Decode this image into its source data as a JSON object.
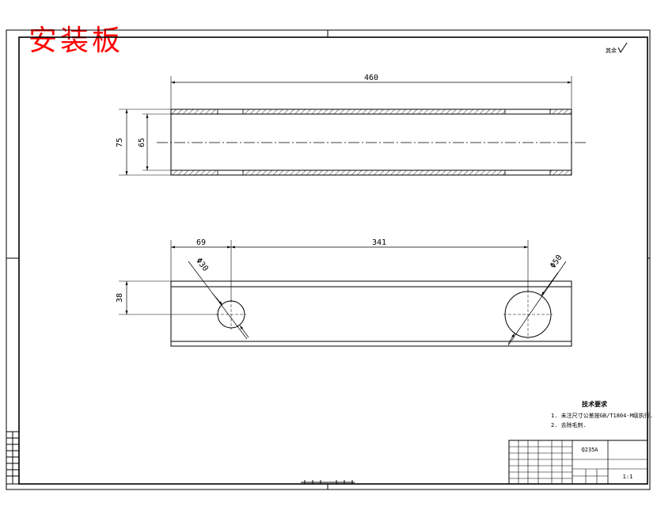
{
  "title": "安装板",
  "roughness_symbol": "其余",
  "dimensions": {
    "length": "460",
    "outer_height": "75",
    "inner_height": "65",
    "hole_offset": "69",
    "hole_spacing": "341",
    "hole_small_dia": "Φ30",
    "hole_large_dia": "Φ50",
    "hole_height": "38"
  },
  "technical_requirements": {
    "heading": "技术要求",
    "items": [
      "1. 未注尺寸公差按GB/T1804-M级执行.",
      "2. 去除毛刺."
    ]
  },
  "title_block": {
    "material": "Q235A",
    "scale": "1:1"
  },
  "colors": {
    "title": "#ff0000",
    "line": "#000000"
  }
}
